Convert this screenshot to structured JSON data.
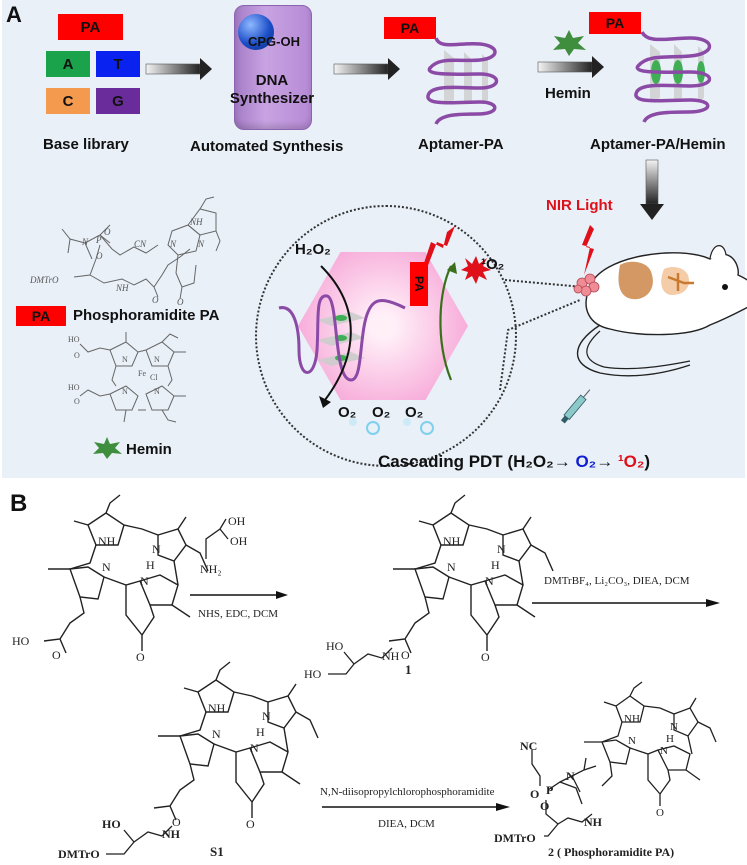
{
  "panel_a": {
    "letter": "A",
    "base_library": {
      "tiles": [
        {
          "label": "PA",
          "color": "#ff0000"
        },
        {
          "label": "A",
          "color": "#1aa34a"
        },
        {
          "label": "T",
          "color": "#0a22f0"
        },
        {
          "label": "C",
          "color": "#f39a4e"
        },
        {
          "label": "G",
          "color": "#6a2c9a"
        }
      ],
      "caption": "Base library"
    },
    "synthesizer": {
      "bead_label": "CPG-OH",
      "title_line1": "DNA",
      "title_line2": "Synthesizer",
      "caption": "Automated Synthesis",
      "color": "#b68ad6"
    },
    "aptamer": {
      "tag": "PA",
      "caption": "Aptamer-PA"
    },
    "hemin_arrow_label": "Hemin",
    "aptamer_hemin": {
      "tag": "PA",
      "caption": "Aptamer-PA/Hemin"
    },
    "nir_label": "NIR Light",
    "legend": {
      "phosphoramidite_tag": "PA",
      "phosphoramidite_label": "Phosphoramidite PA",
      "hemin_label": "Hemin"
    },
    "structures_small": {
      "pa_labels": [
        "N",
        "P",
        "O",
        "CN",
        "DMTrO",
        "O",
        "NH",
        "O",
        "NH",
        "N",
        "N",
        "H",
        "O"
      ],
      "hemin_labels": [
        "HO",
        "O",
        "N",
        "N",
        "Fe",
        "Cl",
        "N",
        "N",
        "HO",
        "O"
      ]
    },
    "inset": {
      "h2o2": "H₂O₂",
      "singlet": "¹O₂",
      "o2_labels": [
        "O₂",
        "O₂",
        "O₂"
      ],
      "tag": "PA"
    },
    "cascade": {
      "prefix": "Cascading PDT (",
      "h2o2": "H₂O₂",
      "arrow1": "→ ",
      "o2": "O₂",
      "arrow2": "→ ",
      "singlet": "¹O₂",
      "suffix": ")",
      "o2_color": "#1020d0",
      "singlet_color": "#e0101a"
    }
  },
  "panel_b": {
    "letter": "B",
    "reagent_amine": {
      "oh1": "OH",
      "oh2": "OH",
      "nh2": "NH₂"
    },
    "step1_conditions": "NHS, EDC, DCM",
    "step2_conditions": "DMTrBF₄, Li₂CO₃, DIEA, DCM",
    "step3_conditions_top": "N,N-diisopropylchlorophosphoramidite",
    "step3_conditions_bottom": "DIEA, DCM",
    "compounds": [
      {
        "id": "start",
        "label": "",
        "atoms": [
          "NH",
          "N",
          "N",
          "H",
          "N",
          "HO",
          "O",
          "O"
        ]
      },
      {
        "id": "1",
        "label": "1",
        "atoms": [
          "NH",
          "N",
          "N",
          "H",
          "N",
          "HO",
          "HO",
          "NH",
          "O",
          "O"
        ]
      },
      {
        "id": "S1",
        "label": "S1",
        "atoms": [
          "NH",
          "N",
          "N",
          "H",
          "N",
          "HO",
          "NH",
          "O",
          "O",
          "DMTrO"
        ]
      },
      {
        "id": "2",
        "label": "2 ( Phosphoramidite PA)",
        "atoms": [
          "NC",
          "O",
          "P",
          "N",
          "O",
          "NH",
          "O",
          "O",
          "DMTrO",
          "NH",
          "N",
          "N",
          "H",
          "N"
        ]
      }
    ]
  }
}
